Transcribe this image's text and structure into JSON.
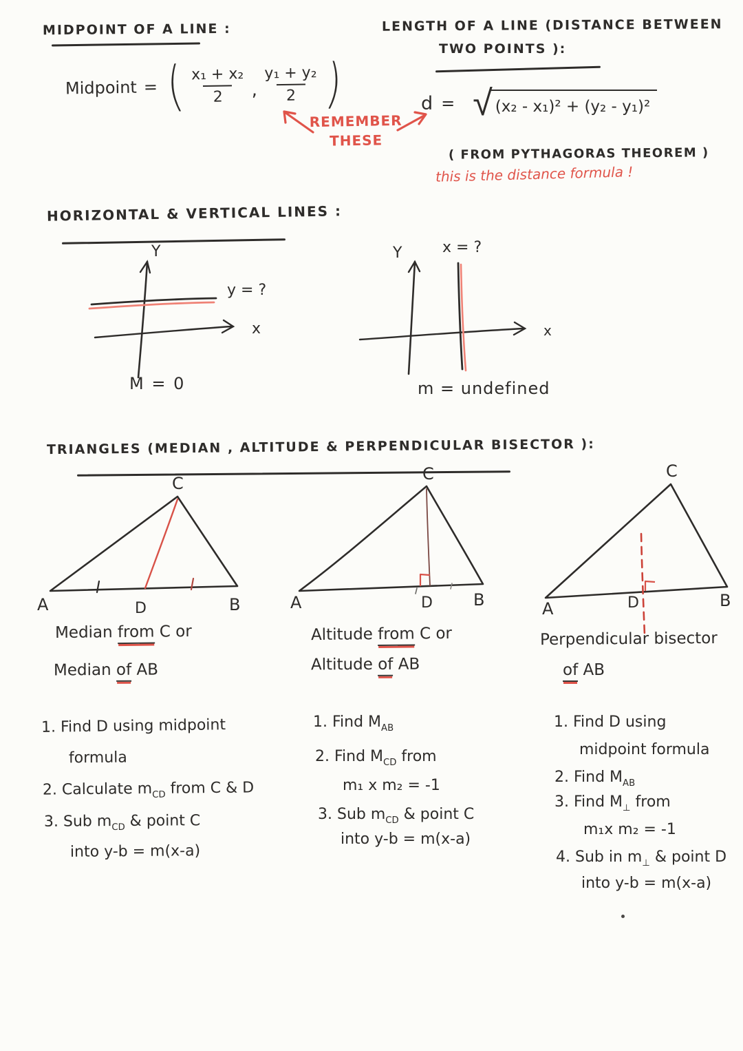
{
  "colors": {
    "paper": "#fcfcf9",
    "ink": "#2e2c2a",
    "red": "#e0544a",
    "red_highlight": "#ef8276"
  },
  "midpoint": {
    "title": "MIDPOINT OF A LINE :",
    "lhs": "Midpoint",
    "eq": "=",
    "open_paren": "(",
    "close_paren": ")",
    "frac1": {
      "num": "x₁ + x₂",
      "den": "2"
    },
    "comma": ",",
    "frac2": {
      "num": "y₁ + y₂",
      "den": "2"
    }
  },
  "remember": {
    "line1": "REMEMBER",
    "line2": "THESE"
  },
  "length": {
    "title1": "LENGTH OF A LINE (DISTANCE BETWEEN",
    "title2": "TWO POINTS ):",
    "lhs": "d",
    "eq": "=",
    "radicand": "(x₂ - x₁)² + (y₂ - y₁)²",
    "pythagoras_note": "( FROM PYTHAGORAS THEOREM )",
    "red_note": "this is the distance formula !"
  },
  "hv": {
    "title": "HORIZONTAL & VERTICAL LINES :",
    "left": {
      "y_axis": "Y",
      "x_axis": "x",
      "line_label": "y = ?",
      "slope": "M = 0"
    },
    "right": {
      "y_axis": "Y",
      "x_axis": "x",
      "line_label": "x = ?",
      "slope": "m = undefined"
    }
  },
  "triangles": {
    "title": "TRIANGLES (MEDIAN , ALTITUDE & PERPENDICULAR BISECTOR ):",
    "columns": [
      {
        "labels": {
          "a": "A",
          "b": "B",
          "c": "C",
          "d": "D"
        },
        "caption": [
          [
            {
              "t": "Median "
            },
            {
              "t": "from",
              "u": 1
            },
            {
              "t": " C  or"
            }
          ],
          [
            {
              "t": "Median "
            },
            {
              "t": "of",
              "u": 1
            },
            {
              "t": "  AB"
            }
          ]
        ],
        "steps": [
          [
            {
              "t": "1.  Find D using midpoint"
            }
          ],
          [
            {
              "t": "formula"
            }
          ],
          [
            {
              "t": "2.  Calculate m"
            },
            {
              "t": "CD",
              "sub": 1
            },
            {
              "t": " from C & D"
            }
          ],
          [
            {
              "t": "3.  Sub m"
            },
            {
              "t": "CD",
              "sub": 1
            },
            {
              "t": "  & point C"
            }
          ],
          [
            {
              "t": "into  y-b = m(x-a)"
            }
          ]
        ]
      },
      {
        "labels": {
          "a": "A",
          "b": "B",
          "c": "C",
          "d": "D"
        },
        "caption": [
          [
            {
              "t": "Altitude "
            },
            {
              "t": "from",
              "u": 1
            },
            {
              "t": " C  or"
            }
          ],
          [
            {
              "t": "Altitude  "
            },
            {
              "t": "of",
              "u": 1
            },
            {
              "t": "  AB"
            }
          ]
        ],
        "steps": [
          [
            {
              "t": "1.  Find M"
            },
            {
              "t": "AB",
              "sub": 1
            }
          ],
          [
            {
              "t": "2.  Find M"
            },
            {
              "t": "CD",
              "sub": 1
            },
            {
              "t": " from"
            }
          ],
          [
            {
              "t": "m₁ x m₂ = -1"
            }
          ],
          [
            {
              "t": "3.  Sub m"
            },
            {
              "t": "CD",
              "sub": 1
            },
            {
              "t": " & point C"
            }
          ],
          [
            {
              "t": "into  y-b = m(x-a)"
            }
          ]
        ]
      },
      {
        "labels": {
          "a": "A",
          "b": "B",
          "c": "C",
          "d": "D"
        },
        "caption": [
          [
            {
              "t": "Perpendicular bisector"
            }
          ],
          [
            {
              "t": "of",
              "u": 1
            },
            {
              "t": "  AB"
            }
          ]
        ],
        "steps": [
          [
            {
              "t": "1.  Find D using"
            }
          ],
          [
            {
              "t": "midpoint formula"
            }
          ],
          [
            {
              "t": "2.  Find M"
            },
            {
              "t": "AB",
              "sub": 1
            }
          ],
          [
            {
              "t": "3.  Find M"
            },
            {
              "t": "⊥",
              "sub": 1
            },
            {
              "t": " from"
            }
          ],
          [
            {
              "t": "m₁x m₂ = -1"
            }
          ],
          [
            {
              "t": "4.  Sub in m"
            },
            {
              "t": "⊥",
              "sub": 1
            },
            {
              "t": " & point D"
            }
          ],
          [
            {
              "t": "into  y-b = m(x-a)"
            }
          ]
        ]
      }
    ]
  }
}
